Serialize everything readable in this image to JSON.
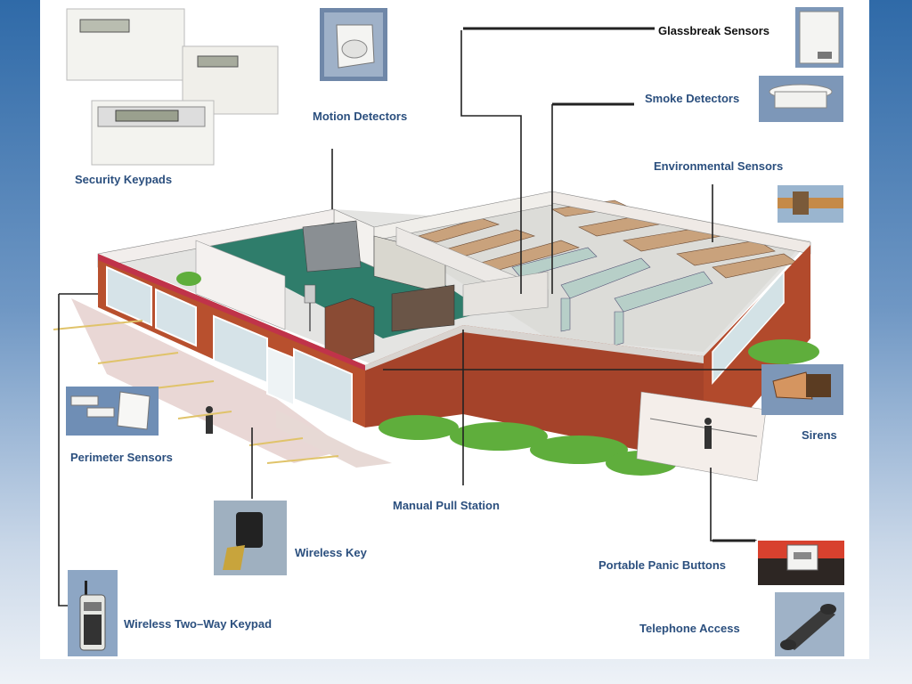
{
  "labels": {
    "security_keypads": "Security Keypads",
    "motion_detectors": "Motion Detectors",
    "glassbreak_sensors": "Glassbreak Sensors",
    "smoke_detectors": "Smoke Detectors",
    "environmental_sensors": "Environmental Sensors",
    "sirens": "Sirens",
    "perimeter_sensors": "Perimeter Sensors",
    "manual_pull_station": "Manual Pull Station",
    "wireless_key": "Wireless Key",
    "portable_panic_buttons": "Portable Panic Buttons",
    "wireless_two_way_keypad": "Wireless Two–Way Keypad",
    "telephone_access": "Telephone Access"
  },
  "icons": {
    "keypad": "security-keypad-icon",
    "motion": "motion-detector-icon",
    "glassbreak": "glassbreak-sensor-icon",
    "smoke": "smoke-detector-icon",
    "environmental": "environmental-sensor-icon",
    "siren": "siren-icon",
    "perimeter": "perimeter-sensor-icon",
    "wireless_key": "wireless-key-icon",
    "panic": "panic-button-icon",
    "two_way_keypad": "two-way-keypad-icon",
    "telephone": "telephone-icon"
  },
  "colors": {
    "label_text": "#2b4f7e",
    "background_top": "#2f6aa8",
    "brick": "#b8502e",
    "floor_green": "#2f7d6b",
    "roof_trim": "#c0334a"
  }
}
